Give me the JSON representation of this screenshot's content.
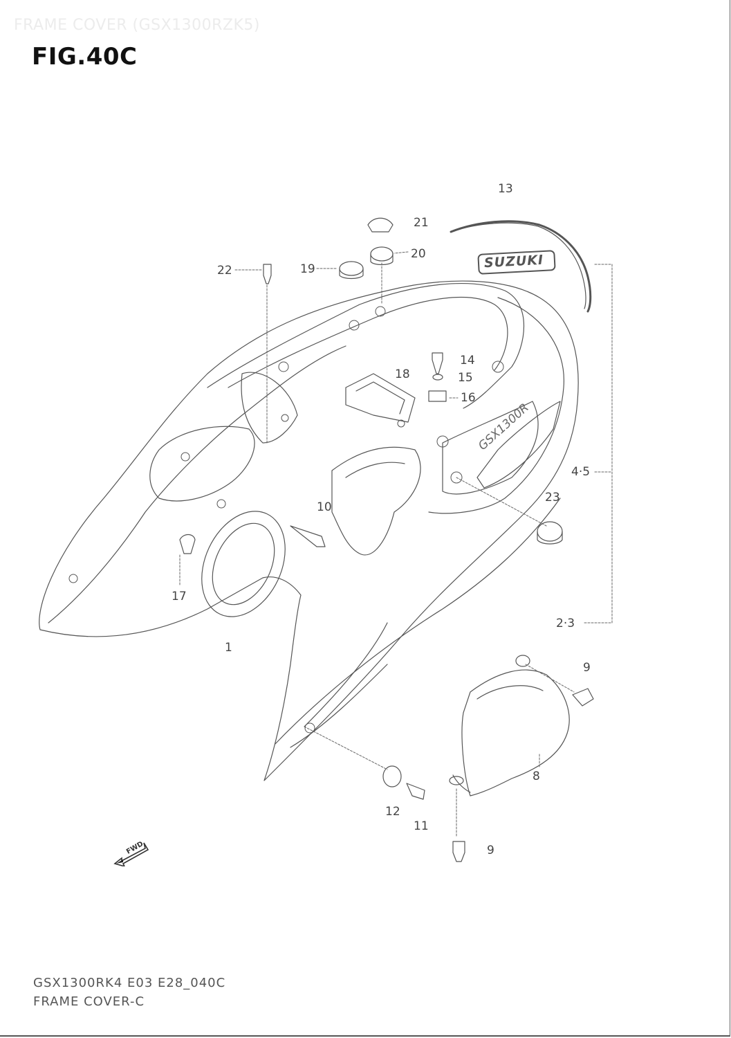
{
  "header": {
    "faint_title": "FRAME COVER (GSX1300RZK5)",
    "figure_label": "FIG.40C"
  },
  "callouts": [
    "13",
    "21",
    "20",
    "22",
    "19",
    "14",
    "18",
    "15",
    "16",
    "4·5",
    "23",
    "10",
    "17",
    "1",
    "2·3",
    "9",
    "8",
    "12",
    "11",
    "9"
  ],
  "logos": {
    "suzuki": "SUZUKI",
    "side_badge": "GSX1300R",
    "fwd": "FWD"
  },
  "footer": {
    "code": "GSX1300RK4 E03 E28_040C",
    "caption": "FRAME COVER-C"
  }
}
